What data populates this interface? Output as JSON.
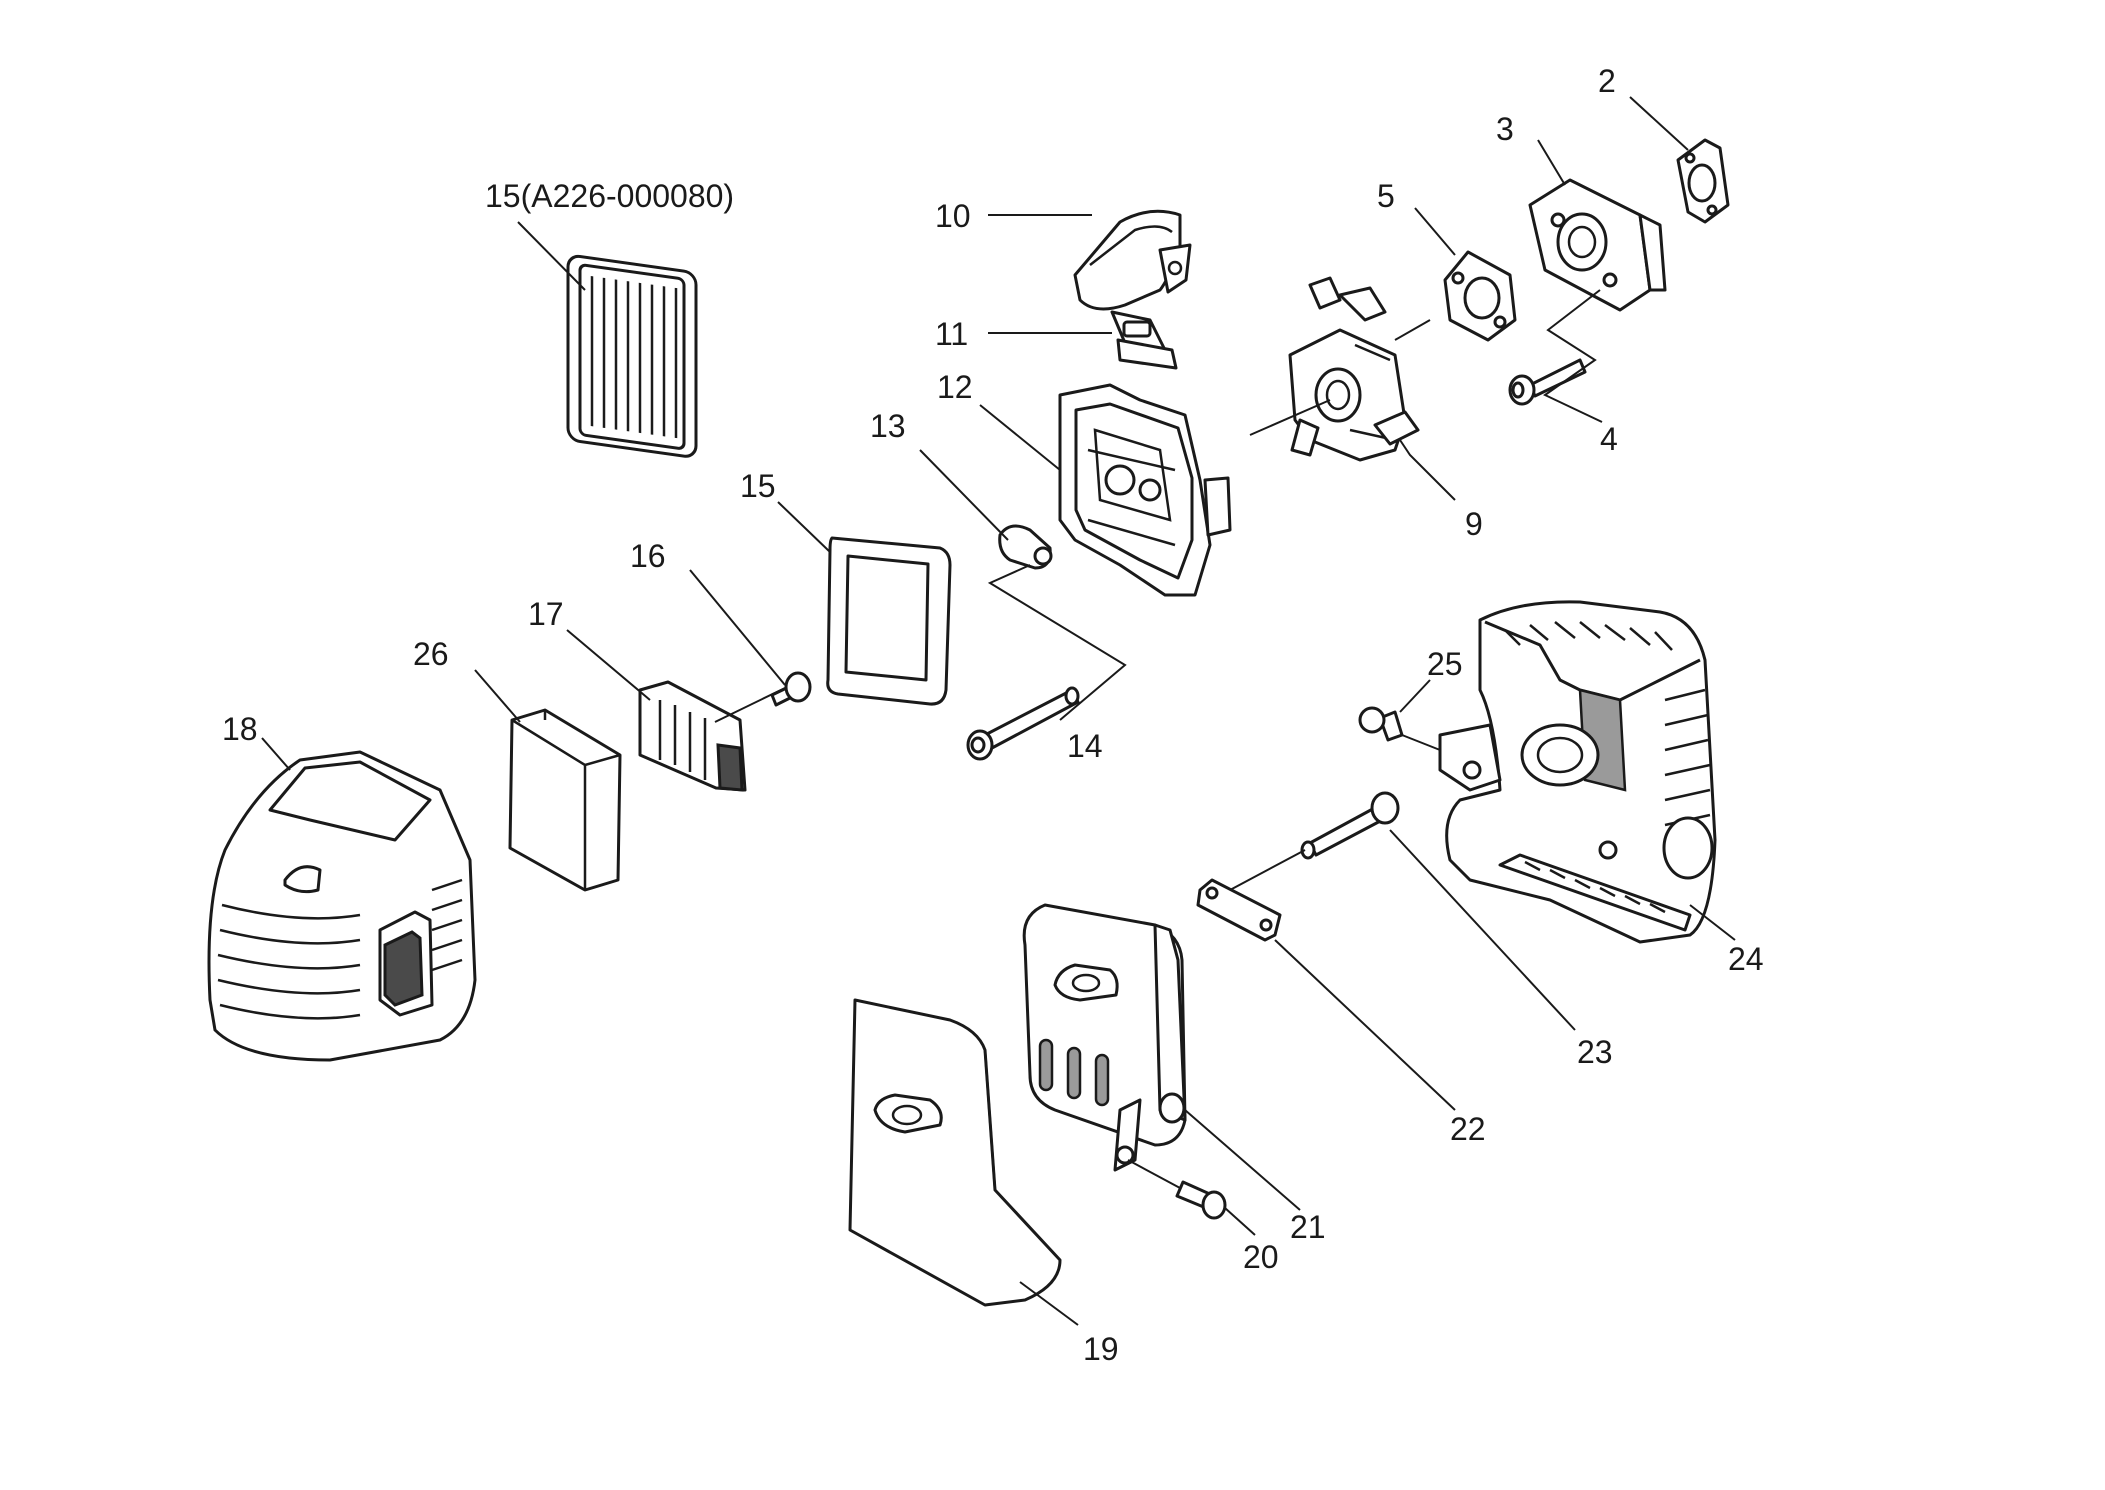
{
  "parts": {
    "p2": "2",
    "p3": "3",
    "p4": "4",
    "p5": "5",
    "p9": "9",
    "p10": "10",
    "p11": "11",
    "p12": "12",
    "p13": "13",
    "p14": "14",
    "p15a": "15(A226-000080)",
    "p15": "15",
    "p16": "16",
    "p17": "17",
    "p18": "18",
    "p19": "19",
    "p20": "20",
    "p21": "21",
    "p22": "22",
    "p23": "23",
    "p24": "24",
    "p25": "25",
    "p26": "26"
  }
}
